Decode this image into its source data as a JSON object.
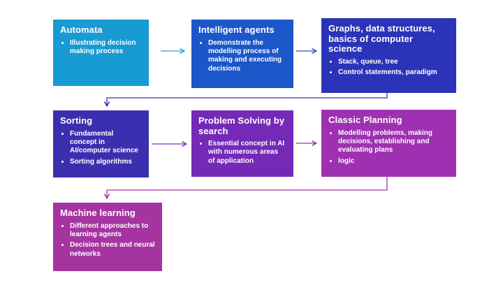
{
  "slide": {
    "background": "#ffffff",
    "text_color": "#ffffff"
  },
  "boxes": [
    {
      "id": "automata",
      "title": "Automata",
      "bullets": [
        "Illustrating decision making process"
      ],
      "color": "#189AD3"
    },
    {
      "id": "intelligent-agents",
      "title": "Intelligent agents",
      "bullets": [
        "Demonstrate the modelling process of making and executing decisions"
      ],
      "color": "#1B57C8"
    },
    {
      "id": "graphs-data-structures",
      "title": "Graphs, data structures, basics of computer science",
      "bullets": [
        "Stack, queue, tree",
        "Control statements, paradigm"
      ],
      "color": "#2B34B8"
    },
    {
      "id": "sorting",
      "title": "Sorting",
      "bullets": [
        "Fundamental concept in AI/computer science",
        "Sorting algorithms"
      ],
      "color": "#3B2FB0"
    },
    {
      "id": "problem-solving-by-search",
      "title": "Problem Solving by search",
      "bullets": [
        "Essential concept in AI with numerous areas of application"
      ],
      "color": "#7529B7"
    },
    {
      "id": "classic-planning",
      "title": "Classic Planning",
      "bullets": [
        "Modelling problems, making decisions, establishing and evaluating plans",
        "logic"
      ],
      "color": "#9E31B1"
    },
    {
      "id": "machine-learning",
      "title": "Machine learning",
      "bullets": [
        "Different approaches to learning agents",
        "Decision trees and neural networks"
      ],
      "color": "#A534A0"
    }
  ],
  "connectors": [
    {
      "from": "automata",
      "to": "intelligent-agents",
      "color": "#2F9FD6"
    },
    {
      "from": "intelligent-agents",
      "to": "graphs-data-structures",
      "color": "#2257C9"
    },
    {
      "from": "graphs-data-structures",
      "to": "sorting",
      "color": "#3C35AD"
    },
    {
      "from": "sorting",
      "to": "problem-solving-by-search",
      "color": "#7B35C4"
    },
    {
      "from": "problem-solving-by-search",
      "to": "classic-planning",
      "color": "#9330BC"
    },
    {
      "from": "classic-planning",
      "to": "machine-learning",
      "color": "#A335A8"
    }
  ]
}
